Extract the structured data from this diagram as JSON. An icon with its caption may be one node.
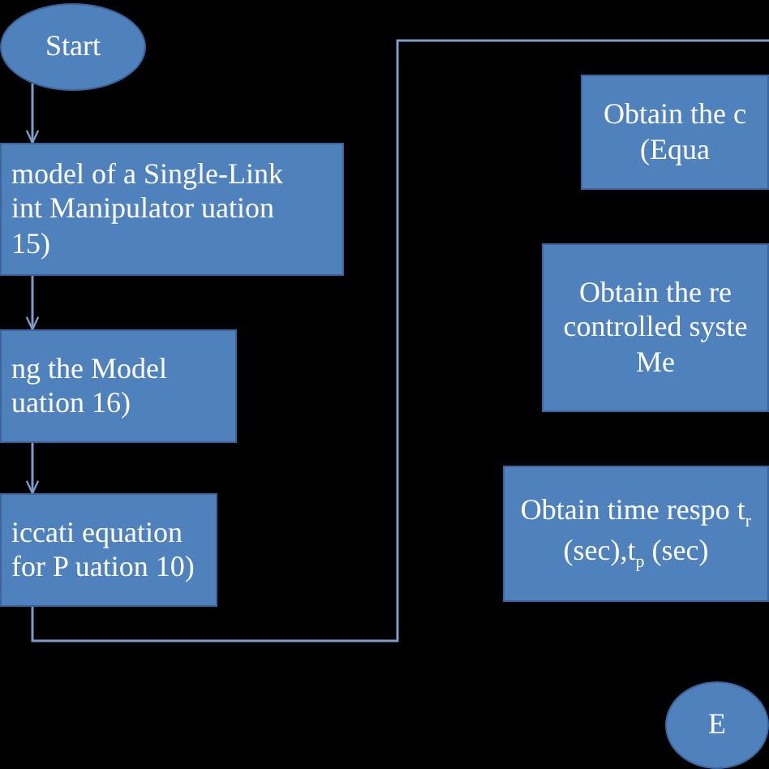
{
  "diagram": {
    "nodes": [
      {
        "text": [
          "Start"
        ]
      },
      {
        "text": [
          "model of a Single-Link int Manipulator uation 15)"
        ]
      },
      {
        "text": [
          "ng the Model uation 16)"
        ]
      },
      {
        "text": [
          "iccati equation for P uation 10)"
        ]
      },
      {
        "text": [
          "Obtain the c (Equa"
        ]
      },
      {
        "text": [
          "Obtain the re controlled syste Me"
        ]
      },
      {
        "text": [
          "Obtain time respo t$_{r}$ (sec),t$_{p}$ (sec)"
        ]
      },
      {
        "text": [
          "E"
        ]
      }
    ],
    "edges": [
      {
        "from": 0,
        "to": 1,
        "arrow": "to"
      },
      {
        "from": 1,
        "to": 2,
        "arrow": "to"
      },
      {
        "from": 2,
        "to": 3,
        "arrow": "to"
      },
      {
        "from": 3,
        "to": null,
        "arrow": "none"
      }
    ]
  }
}
